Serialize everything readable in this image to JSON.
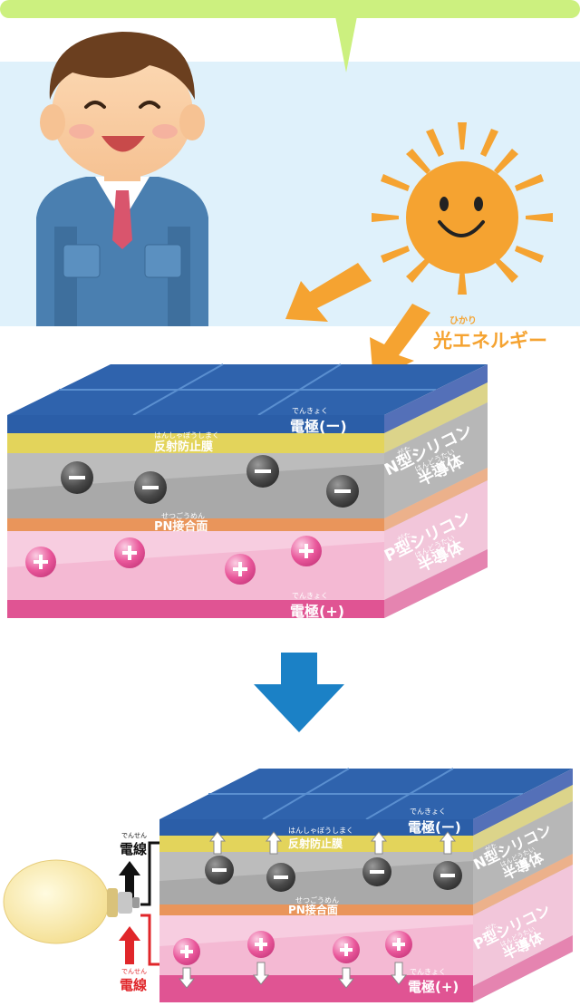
{
  "scene": {
    "light_energy": "光エネルギー",
    "light_energy_ruby": "ひかり"
  },
  "cell_top": {
    "electrode_neg": "電極(ー)",
    "electrode_ruby": "でんきょく",
    "antireflect": "反射防止膜",
    "antireflect_ruby": "はんしゃぼうしまく",
    "pn_junction": "PN接合面",
    "pn_ruby": "せつごうめん",
    "electrode_pos": "電極(+)",
    "n_type_1": "N型シリコン",
    "n_type_2": "半導体",
    "p_type_1": "P型シリコン",
    "p_type_2": "半導体",
    "kata_ruby": "がた",
    "handotai_ruby": "はんどうたい"
  },
  "cell_bottom": {
    "electrode_neg": "電極(ー)",
    "electrode_ruby": "でんきょく",
    "antireflect": "反射防止膜",
    "antireflect_ruby": "はんしゃぼうしまく",
    "pn_junction": "PN接合面",
    "pn_ruby": "せつごうめん",
    "electrode_pos": "電極(+)",
    "n_type_1": "N型シリコン",
    "n_type_2": "半導体",
    "p_type_1": "P型シリコン",
    "p_type_2": "半導体",
    "kata_ruby": "がた",
    "handotai_ruby": "はんどうたい",
    "wire_top": "電線",
    "wire_bottom": "電線",
    "wire_ruby": "でんせん"
  },
  "colors": {
    "bubble": "#ccf07f",
    "sky": "#dff1fb",
    "sun": "#f5a331",
    "arrow_orange": "#f5a331",
    "electrode_blue": "#2f63ad",
    "film_yellow": "#e3d45b",
    "n_gray": "#a9a9a9",
    "pn_orange": "#e9955b",
    "p_pink": "#f4b9d3",
    "electrode_pink": "#e05493",
    "down_arrow": "#1b81c6"
  }
}
